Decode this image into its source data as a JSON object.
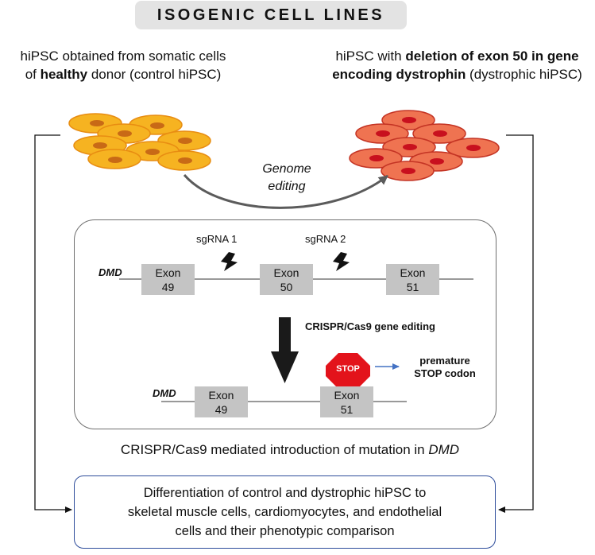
{
  "title": "ISOGENIC CELL LINES",
  "left_label": {
    "line1": "hiPSC obtained from somatic cells",
    "line2_pre": "of ",
    "line2_bold": "healthy",
    "line2_post": " donor (control hiPSC)"
  },
  "right_label": {
    "line1_pre": "hiPSC with ",
    "line1_bold": "deletion of exon 50 in gene",
    "line2_bold": "encoding dystrophin",
    "line2_post": " (dystrophic hiPSC)"
  },
  "genome_editing": {
    "line1": "Genome",
    "line2": "editing"
  },
  "gene": {
    "label": "DMD",
    "sgrna1": "sgRNA 1",
    "sgrna2": "sgRNA 2",
    "exons_top": [
      {
        "word": "Exon",
        "num": "49"
      },
      {
        "word": "Exon",
        "num": "50"
      },
      {
        "word": "Exon",
        "num": "51"
      }
    ],
    "exons_bottom": [
      {
        "word": "Exon",
        "num": "49"
      },
      {
        "word": "Exon",
        "num": "51"
      }
    ]
  },
  "crispr_label": "CRISPR/Cas9 gene editing",
  "stop_sign": "STOP",
  "premature": {
    "line1": "premature",
    "line2": "STOP codon"
  },
  "caption": {
    "text": "CRISPR/Cas9 mediated introduction of mutation in ",
    "italic": "DMD"
  },
  "bottom_box": {
    "line1": "Differentiation of control and dystrophic hiPSC to",
    "line2": "skeletal muscle cells, cardiomyocytes, and endothelial",
    "line3": "cells and their phenotypic comparison"
  },
  "colors": {
    "control_cell_fill": "#f6b321",
    "control_cell_stroke": "#e88d12",
    "control_nucleus": "#c86a16",
    "dystrophic_cell_fill": "#ef7351",
    "dystrophic_cell_stroke": "#c43424",
    "dystrophic_nucleus": "#c8101e",
    "stop_red": "#e3131b",
    "arrow_blue": "#4472c4",
    "box_border": "#2e4d9b"
  },
  "icons": [
    "lightning-bolt-icon",
    "stop-sign-icon",
    "down-arrow-icon",
    "right-arrow-icon"
  ]
}
